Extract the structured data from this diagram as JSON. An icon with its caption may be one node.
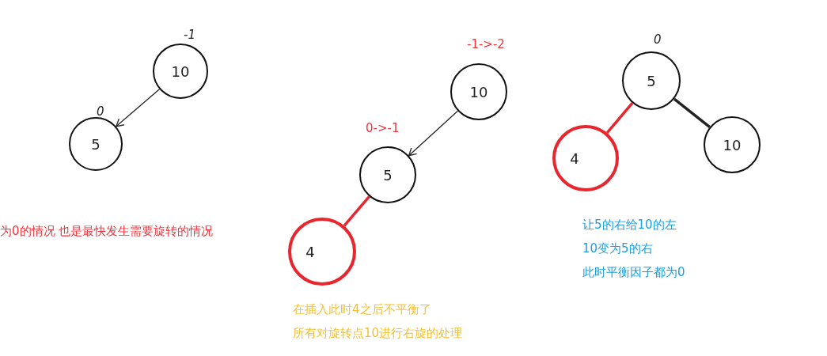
{
  "diagram": {
    "nodes": [
      {
        "text": [
          "10"
        ],
        "beside": [
          "-1"
        ]
      },
      {
        "text": [
          "5"
        ],
        "beside": [
          "0"
        ]
      },
      {
        "text": [
          "10"
        ],
        "beside": [
          "-1->-2"
        ]
      },
      {
        "text": [
          "5"
        ],
        "beside": [
          "0->-1"
        ]
      },
      {
        "text": [
          "4"
        ]
      },
      {
        "text": [
          "5"
        ],
        "beside": [
          "0"
        ]
      },
      {
        "text": [
          "10"
        ]
      },
      {
        "text": [
          "4"
        ]
      }
    ],
    "edges": [
      {
        "from": 0,
        "to": 1,
        "arrow": "to"
      },
      {
        "from": 2,
        "to": 3,
        "arrow": "to"
      },
      {
        "from": 3,
        "to": 4,
        "arrow": "none",
        "color": "#e8262e"
      },
      {
        "from": 5,
        "to": 7,
        "arrow": "none",
        "color": "#e8262e"
      },
      {
        "from": 5,
        "to": 6,
        "arrow": "none"
      }
    ],
    "labels": [
      "为0的情况 也是最快发生需要旋转的情况",
      "在插入此时4之后不平衡了",
      "所有对旋转点10进行右旋的处理",
      "让5的右给10的左",
      "10变为5的右",
      "此时平衡因子都为0"
    ]
  }
}
